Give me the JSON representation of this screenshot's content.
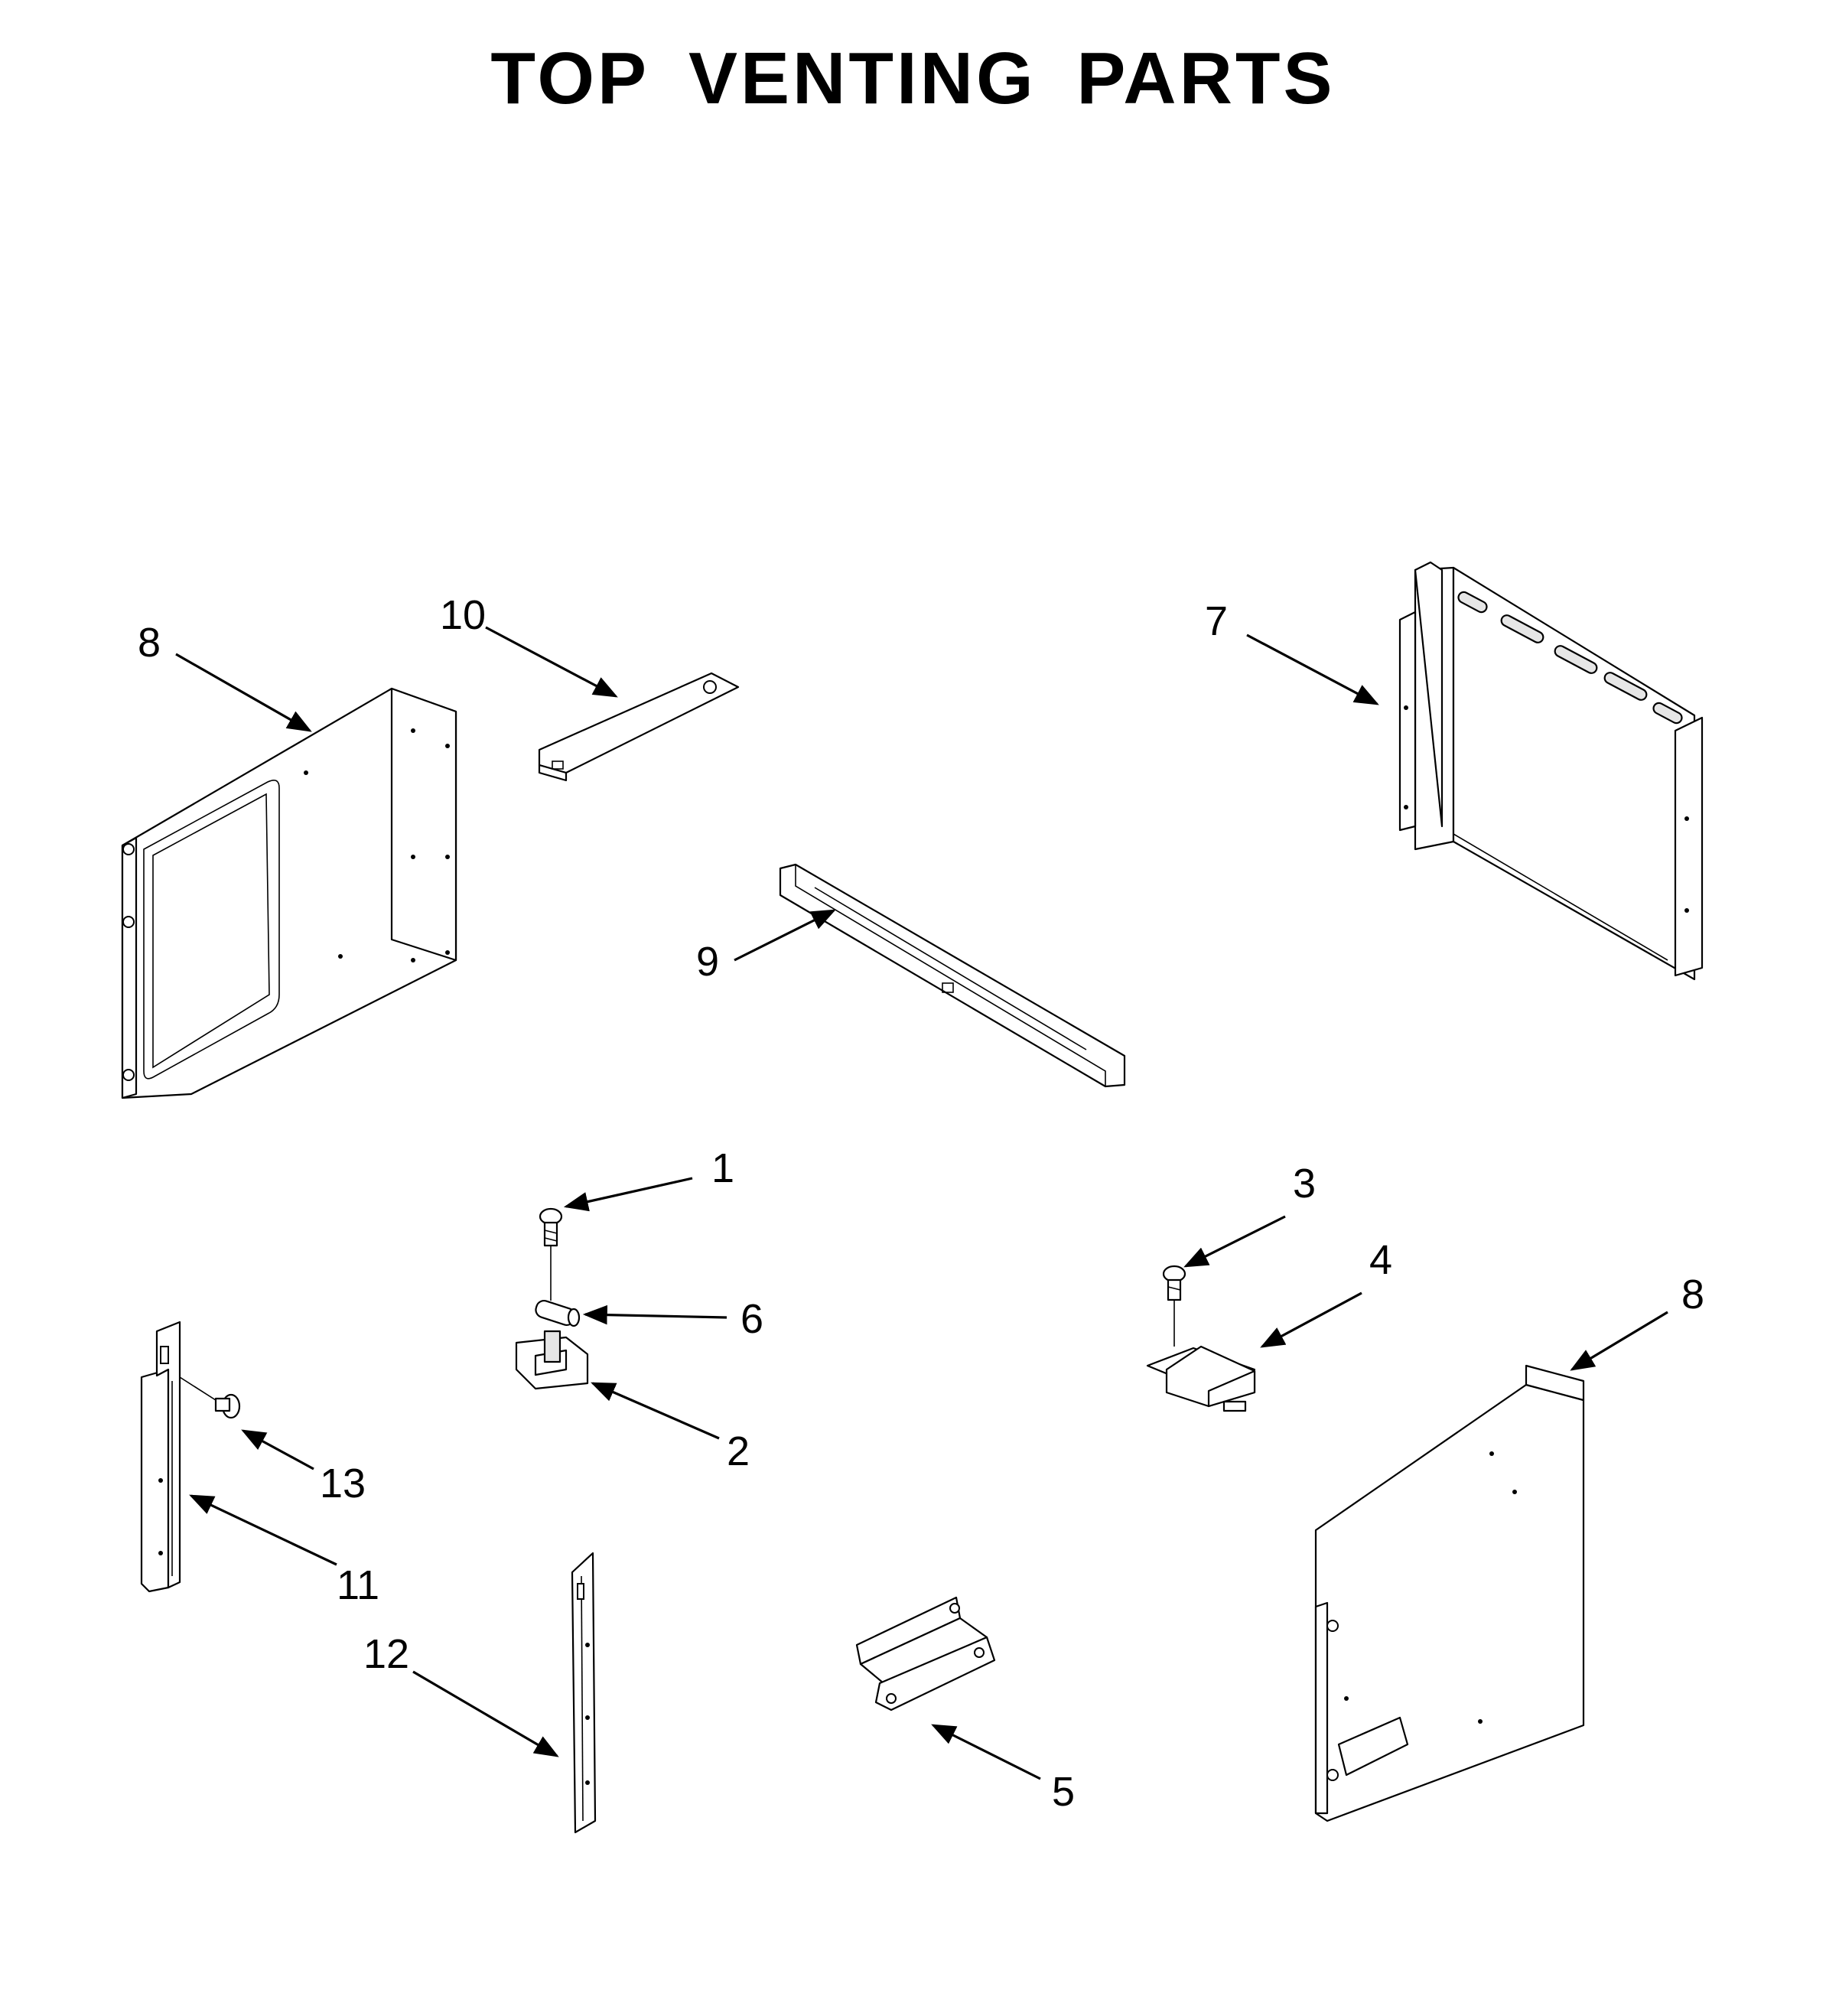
{
  "title": "TOP VENTING PARTS",
  "callouts": {
    "c1": "1",
    "c2": "2",
    "c3": "3",
    "c4": "4",
    "c5": "5",
    "c6": "6",
    "c7": "7",
    "c8a": "8",
    "c8b": "8",
    "c9": "9",
    "c10": "10",
    "c11": "11",
    "c12": "12",
    "c13": "13"
  }
}
